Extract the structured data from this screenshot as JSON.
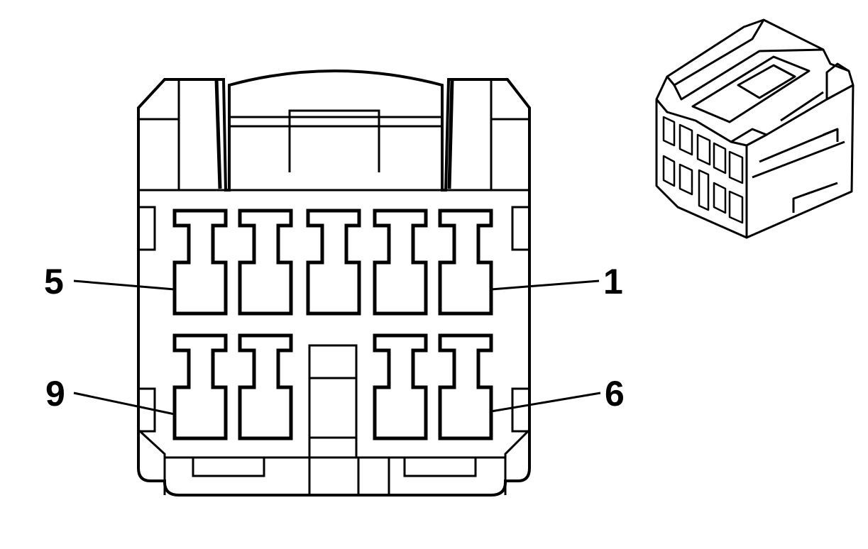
{
  "diagram": {
    "type": "connector-face-view",
    "pin_labels": {
      "top_left": "5",
      "top_right": "1",
      "bottom_left": "9",
      "bottom_right": "6"
    },
    "cavities": {
      "top_row": 5,
      "bottom_row": 4
    },
    "colors": {
      "line": "#000000",
      "background": "#ffffff"
    }
  }
}
